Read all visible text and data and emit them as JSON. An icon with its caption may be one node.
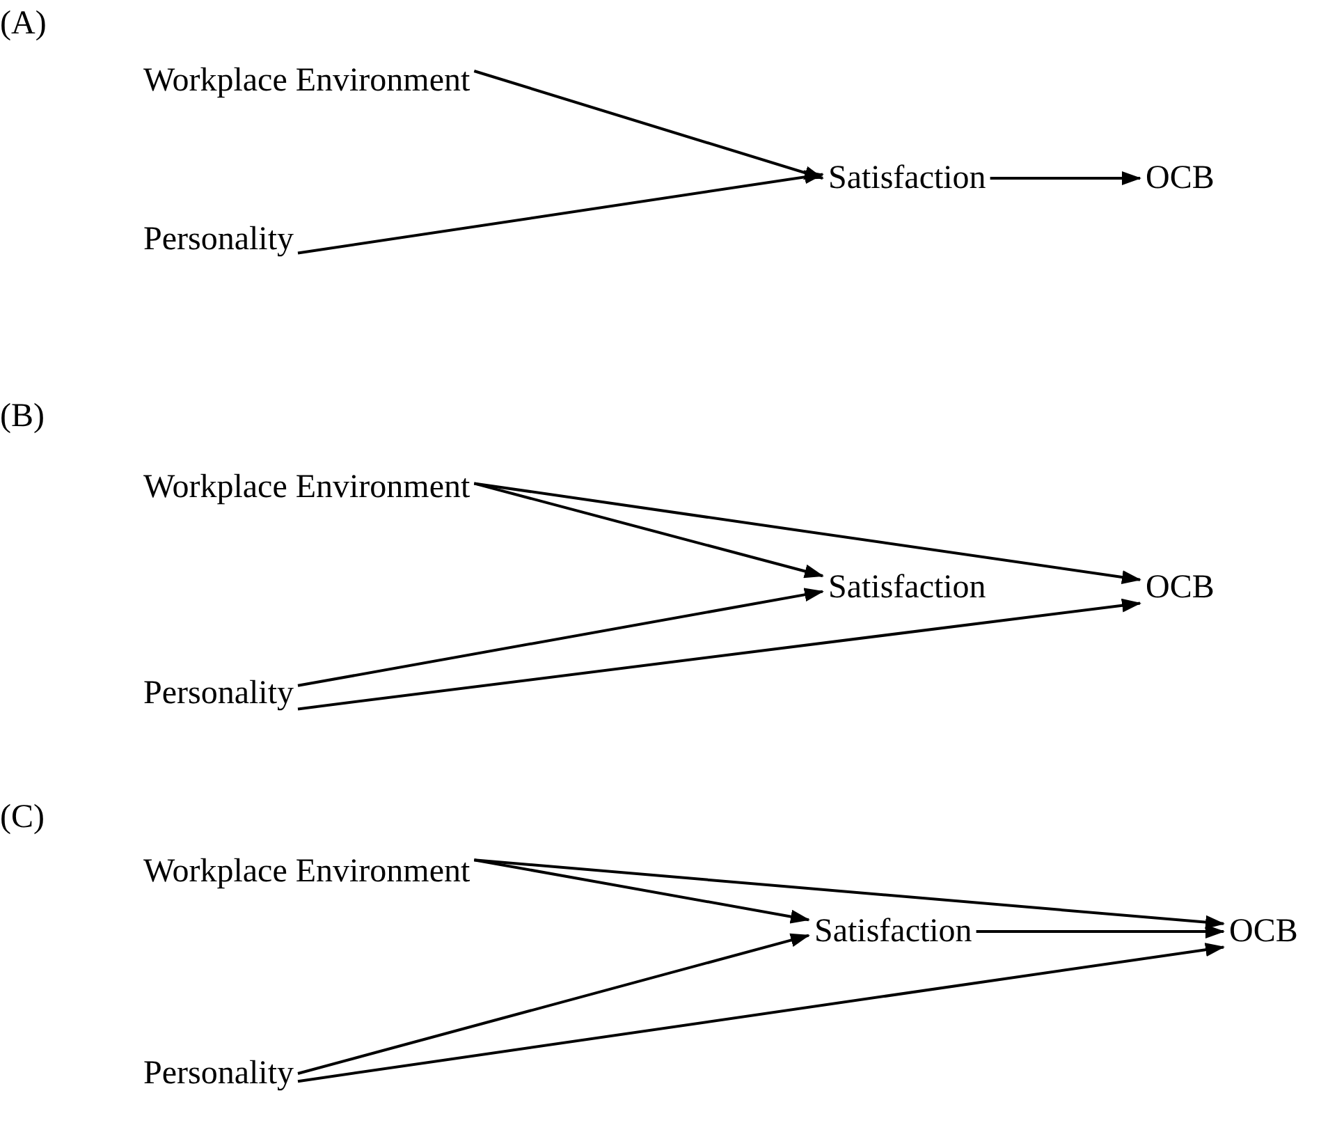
{
  "diagram": {
    "nodes": [
      {
        "text": [
          "Workplace Environment"
        ]
      },
      {
        "text": [
          "Personality"
        ]
      },
      {
        "text": [
          "Satisfaction"
        ]
      },
      {
        "text": [
          "OCB"
        ]
      },
      {
        "text": [
          "Workplace Environment"
        ]
      },
      {
        "text": [
          "Satisfaction"
        ]
      },
      {
        "text": [
          "OCB"
        ]
      },
      {
        "text": [
          "Personality"
        ]
      },
      {
        "text": [
          "Workplace Environment"
        ]
      },
      {
        "text": [
          "Satisfaction"
        ]
      },
      {
        "text": [
          "OCB"
        ]
      },
      {
        "text": [
          "Personality"
        ]
      }
    ],
    "edges": [
      {
        "from": 0,
        "to": 2,
        "arrow": "to"
      },
      {
        "from": 1,
        "to": 2,
        "arrow": "to"
      },
      {
        "from": 2,
        "to": 3,
        "arrow": "to"
      },
      {
        "from": 4,
        "to": 5,
        "arrow": "to"
      },
      {
        "from": 4,
        "to": 6,
        "arrow": "to"
      },
      {
        "from": 7,
        "to": 5,
        "arrow": "to"
      },
      {
        "from": 7,
        "to": 6,
        "arrow": "to"
      },
      {
        "from": 8,
        "to": 9,
        "arrow": "to"
      },
      {
        "from": 8,
        "to": 10,
        "arrow": "to"
      },
      {
        "from": 9,
        "to": 10,
        "arrow": "to"
      },
      {
        "from": 11,
        "to": 9,
        "arrow": "to"
      },
      {
        "from": 11,
        "to": 10,
        "arrow": "to"
      }
    ],
    "labels": [
      "(A)",
      "(B)",
      "(C)"
    ]
  }
}
